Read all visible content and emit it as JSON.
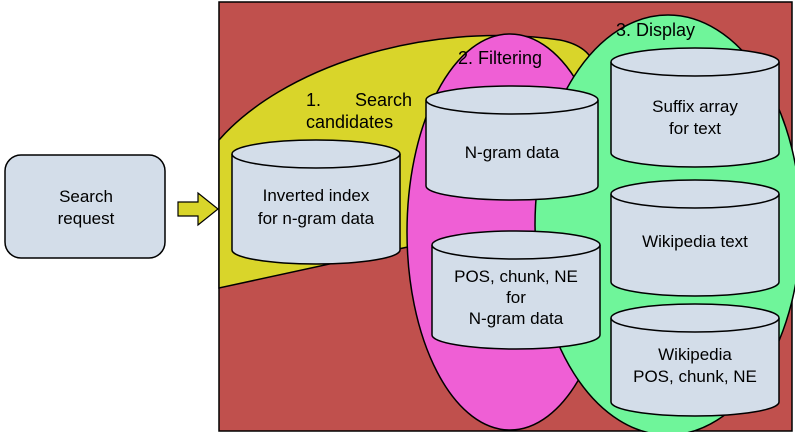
{
  "request_box": {
    "line1": "Search",
    "line2": "request"
  },
  "regions": {
    "search": {
      "line1_num": "1.",
      "line1_word": "Search",
      "line2": "candidates",
      "color": "#d9d52a"
    },
    "filtering": {
      "title": "2. Filtering",
      "color": "#ef5fd5"
    },
    "display": {
      "title": "3. Display",
      "color": "#6ff59a"
    }
  },
  "frame_color": "#c0504d",
  "cylinders": {
    "inverted_index": {
      "line1": "Inverted index",
      "line2": "for n-gram data"
    },
    "ngram_data": {
      "line1": "N-gram data"
    },
    "pos_ngram": {
      "line1": "POS, chunk, NE",
      "line2": "for",
      "line3": "N-gram data"
    },
    "suffix_array": {
      "line1": "Suffix array",
      "line2": "for text"
    },
    "wikipedia_text": {
      "line1": "Wikipedia text"
    },
    "wikipedia_pos": {
      "line1": "Wikipedia",
      "line2": "POS, chunk, NE"
    }
  }
}
